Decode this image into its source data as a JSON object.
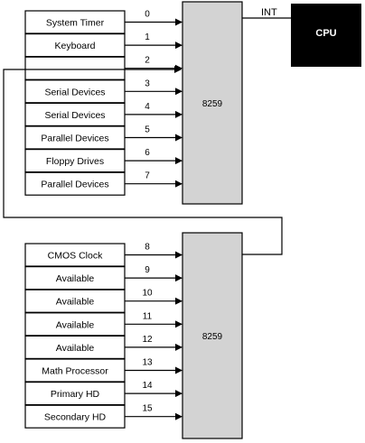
{
  "master_pic": {
    "label": "8259",
    "inputs": [
      {
        "irq": "0",
        "device": "System Timer"
      },
      {
        "irq": "1",
        "device": "Keyboard"
      },
      {
        "irq": "2",
        "device": ""
      },
      {
        "irq": "3",
        "device": "Serial Devices"
      },
      {
        "irq": "4",
        "device": "Serial Devices"
      },
      {
        "irq": "5",
        "device": "Parallel Devices"
      },
      {
        "irq": "6",
        "device": "Floppy Drives"
      },
      {
        "irq": "7",
        "device": "Parallel Devices"
      }
    ]
  },
  "slave_pic": {
    "label": "8259",
    "inputs": [
      {
        "irq": "8",
        "device": "CMOS Clock"
      },
      {
        "irq": "9",
        "device": "Available"
      },
      {
        "irq": "10",
        "device": "Available"
      },
      {
        "irq": "11",
        "device": "Available"
      },
      {
        "irq": "12",
        "device": "Available"
      },
      {
        "irq": "13",
        "device": "Math Processor"
      },
      {
        "irq": "14",
        "device": "Primary HD"
      },
      {
        "irq": "15",
        "device": "Secondary HD"
      }
    ]
  },
  "int_label": "INT",
  "cpu_label": "CPU",
  "colors": {
    "chip_fill": "#d3d3d3",
    "cpu_fill": "#000000",
    "line": "#000000"
  }
}
